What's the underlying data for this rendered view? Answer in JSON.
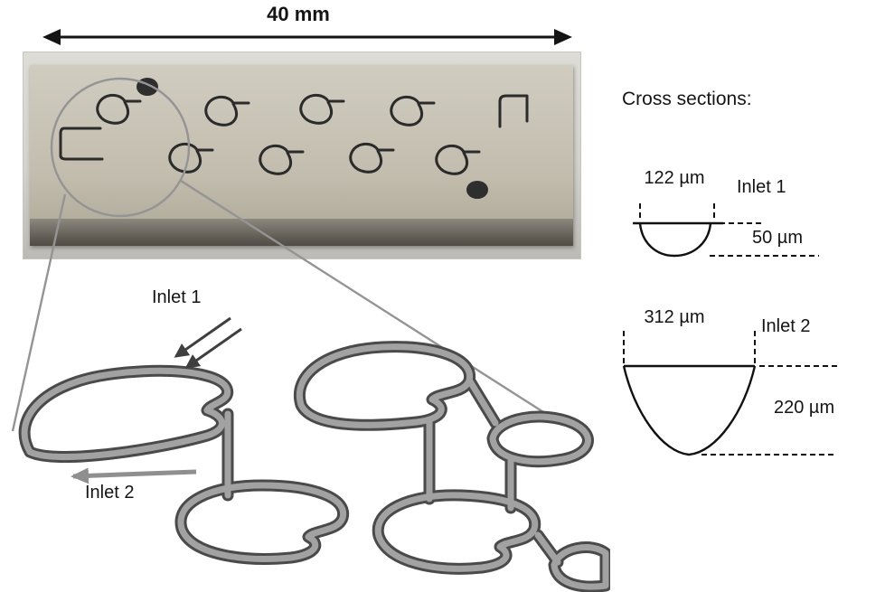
{
  "figure": {
    "scale_label": "40 mm",
    "render": {
      "inlet1_label": "Inlet 1",
      "inlet2_label": "Inlet 2"
    },
    "cross_sections": {
      "title": "Cross sections:",
      "sections": [
        {
          "width": "122 µm",
          "name": "Inlet 1",
          "depth": "50 µm"
        },
        {
          "width": "312 µm",
          "name": "Inlet 2",
          "depth": "220 µm"
        }
      ]
    },
    "colors": {
      "channel_dark": "#2b2b2b",
      "tube_gray": "#a2a2a2",
      "magnifier_gray": "#949494"
    }
  }
}
